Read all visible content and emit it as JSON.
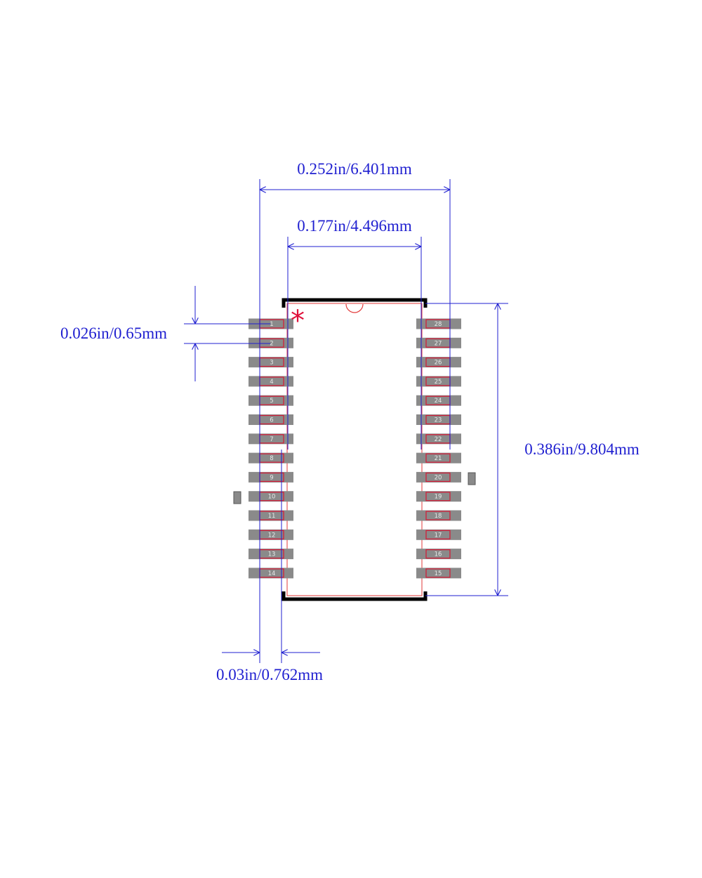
{
  "dimensions": {
    "overall_width": "0.252in/6.401mm",
    "body_width": "0.177in/4.496mm",
    "pitch": "0.026in/0.65mm",
    "length": "0.386in/9.804mm",
    "pad_extent": "0.03in/0.762mm"
  },
  "pin1_marker": "*",
  "pins_left": [
    "1",
    "2",
    "3",
    "4",
    "5",
    "6",
    "7",
    "8",
    "9",
    "10",
    "11",
    "12",
    "13",
    "14"
  ],
  "pins_right": [
    "28",
    "27",
    "26",
    "25",
    "24",
    "23",
    "22",
    "21",
    "20",
    "19",
    "18",
    "17",
    "16",
    "15"
  ],
  "colors": {
    "dimension": "#1f1fd0",
    "pad": "#8a8a8a",
    "pad_outline": "#d0203a",
    "body_outline": "#e23a3a",
    "silkscreen": "#000000",
    "marker": "#e0103a"
  }
}
